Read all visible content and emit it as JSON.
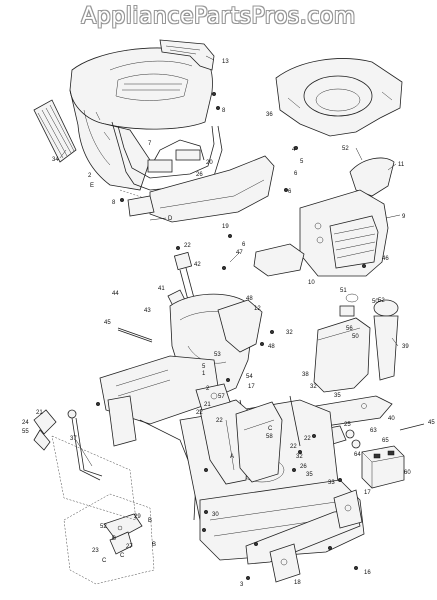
{
  "watermark": "AppliancePartsPros.com",
  "callouts": [
    "13",
    "34",
    "2",
    "E",
    "8",
    "7",
    "8",
    "20",
    "26",
    "D",
    "19",
    "6",
    "6",
    "6",
    "36",
    "4",
    "5",
    "52",
    "11",
    "9",
    "46",
    "10",
    "22",
    "42",
    "47",
    "48",
    "12",
    "44",
    "41",
    "43",
    "45",
    "51",
    "50",
    "56",
    "50",
    "52",
    "39",
    "32",
    "48",
    "53",
    "5",
    "1",
    "2",
    "54",
    "17",
    "57",
    "21",
    "22",
    "22",
    "58",
    "38",
    "32",
    "35",
    "40",
    "45",
    "24",
    "55",
    "21",
    "37",
    "B",
    "C",
    "A",
    "C",
    "23",
    "52",
    "29",
    "B",
    "27",
    "C",
    "B",
    "30",
    "3",
    "18",
    "17",
    "16",
    "60",
    "65",
    "63",
    "25",
    "22",
    "64",
    "32",
    "26",
    "35",
    "22",
    "33"
  ]
}
